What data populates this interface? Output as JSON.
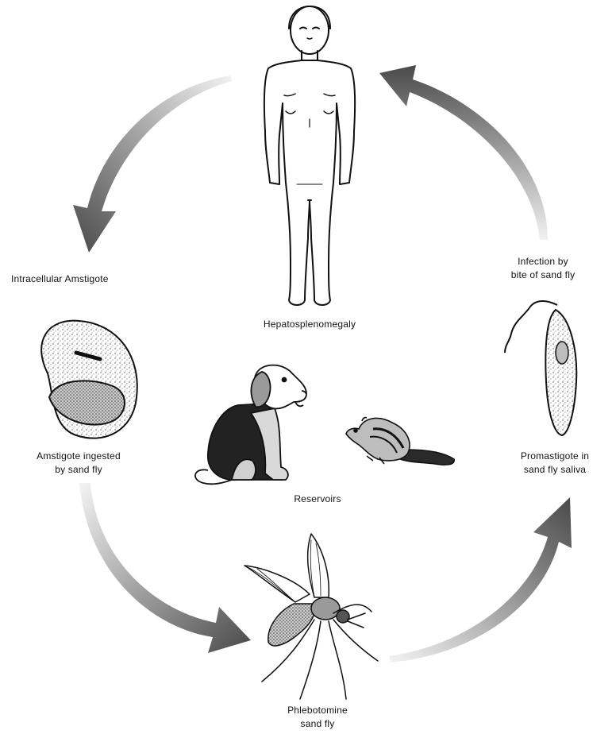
{
  "labels": {
    "human": "Hepatosplenomegaly",
    "intracellular": "Intracellular Amstigote",
    "infection": [
      "Infection by",
      "bite of sand fly"
    ],
    "amastigote_ingested": [
      "Amstigote ingested",
      "by sand fly"
    ],
    "promastigote": [
      "Promastigote in",
      "sand fly saliva"
    ],
    "reservoirs": "Reservoirs",
    "sandfly": [
      "Phlebotomine",
      "sand fly"
    ]
  },
  "colors": {
    "arrow_dark": "#444444",
    "arrow_light": "#e6e6e6",
    "line": "#111111",
    "dog_dark": "#1a1a1a"
  },
  "icons": [
    "human-figure",
    "amastigote-cell",
    "promastigote-cell",
    "dog",
    "chipmunk",
    "sand-fly"
  ]
}
